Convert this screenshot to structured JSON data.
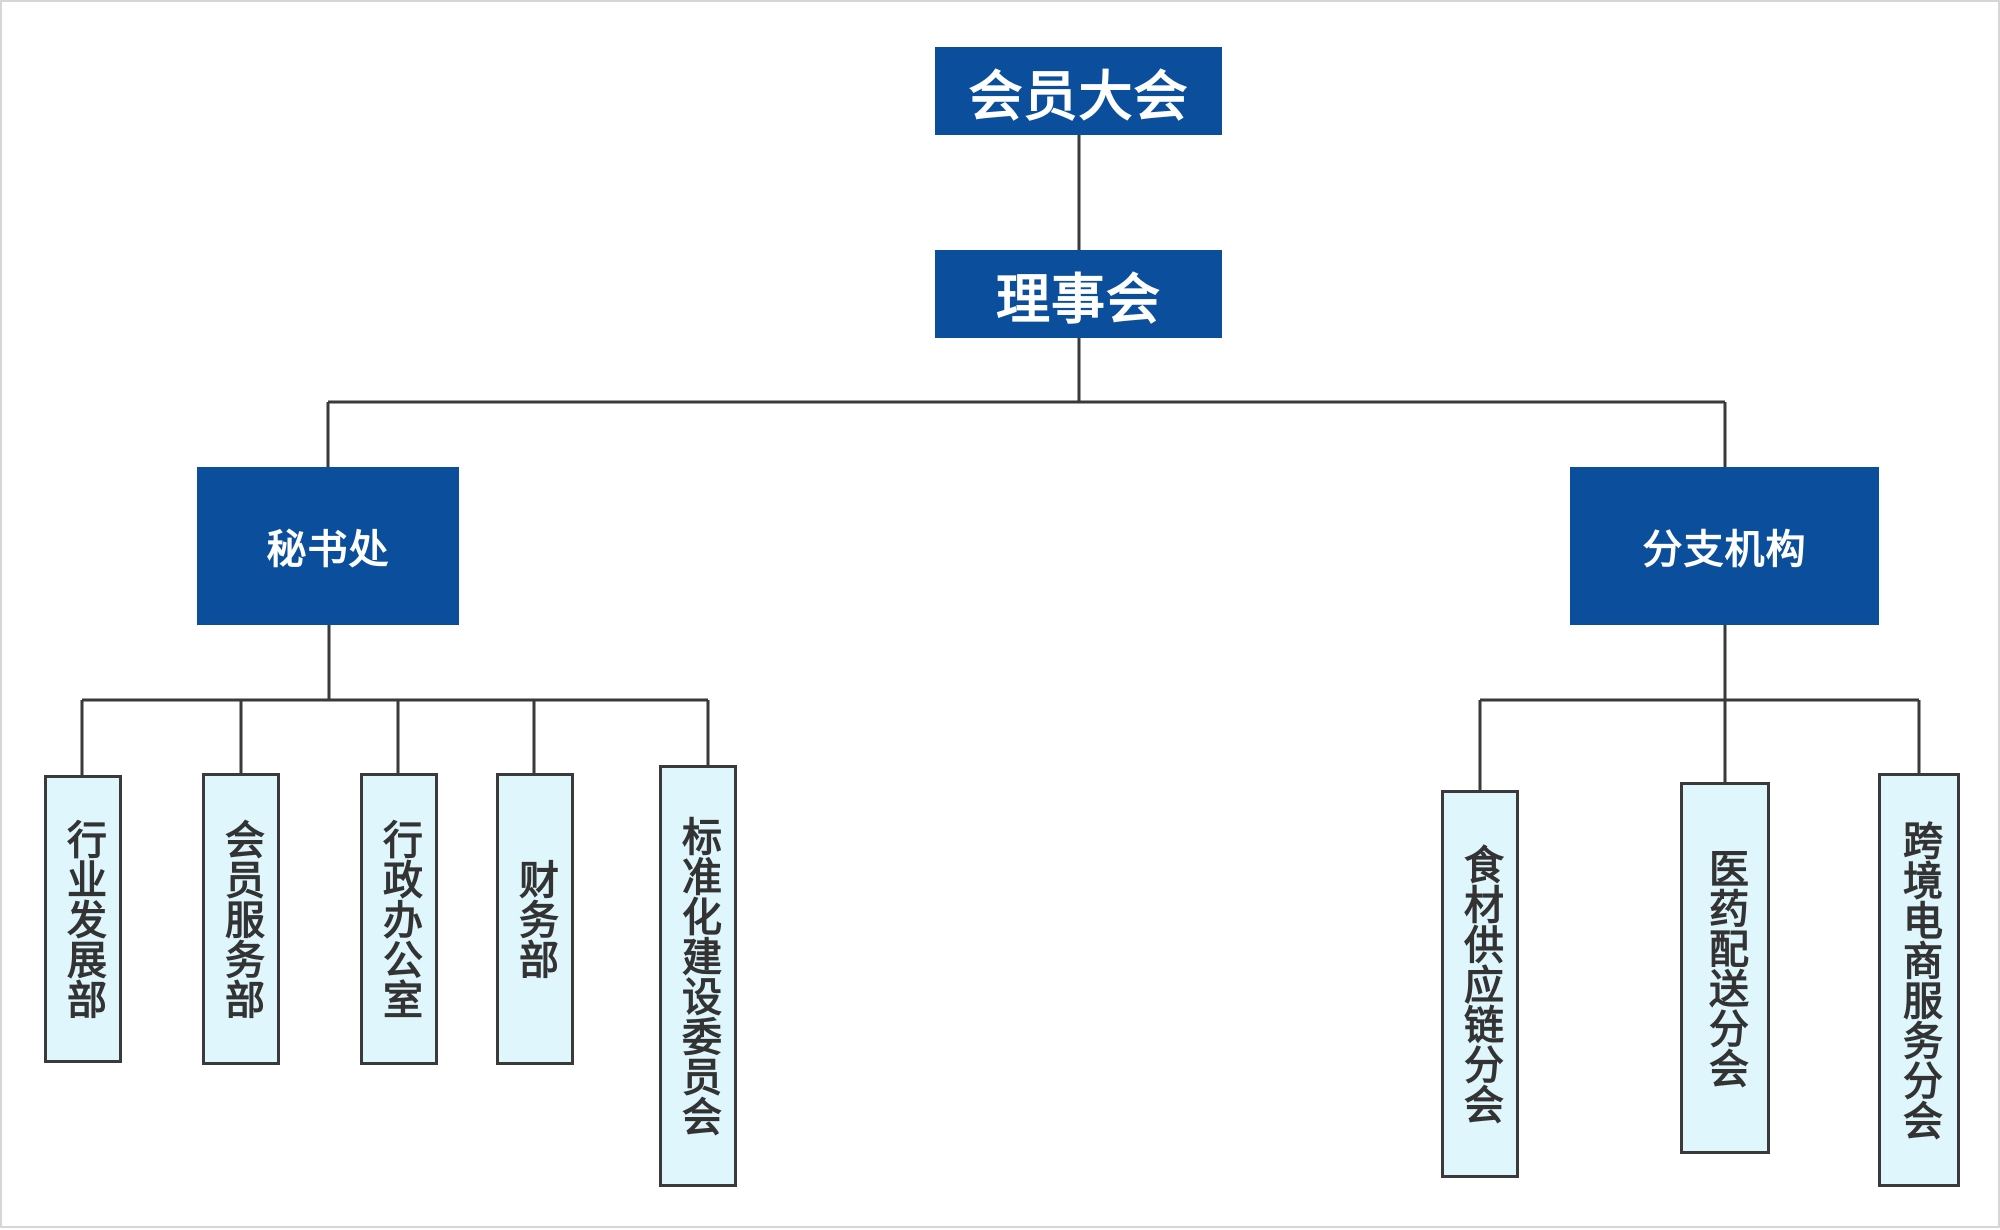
{
  "nodes": {
    "general_assembly": "会员大会",
    "council": "理事会",
    "secretariat": "秘书处",
    "branches": "分支机构"
  },
  "secretariat_departments": [
    "行业发展部",
    "会员服务部",
    "行政办公室",
    "财务部",
    "标准化建设委员会"
  ],
  "branch_units": [
    "食材供应链分会",
    "医药配送分会",
    "跨境电商服务分会"
  ],
  "colors": {
    "header_fill": "#0b4f9c",
    "header_text": "#ffffff",
    "leaf_fill": "#def6fc",
    "leaf_border": "#3a3a3a",
    "connector": "#3a3a3a"
  }
}
